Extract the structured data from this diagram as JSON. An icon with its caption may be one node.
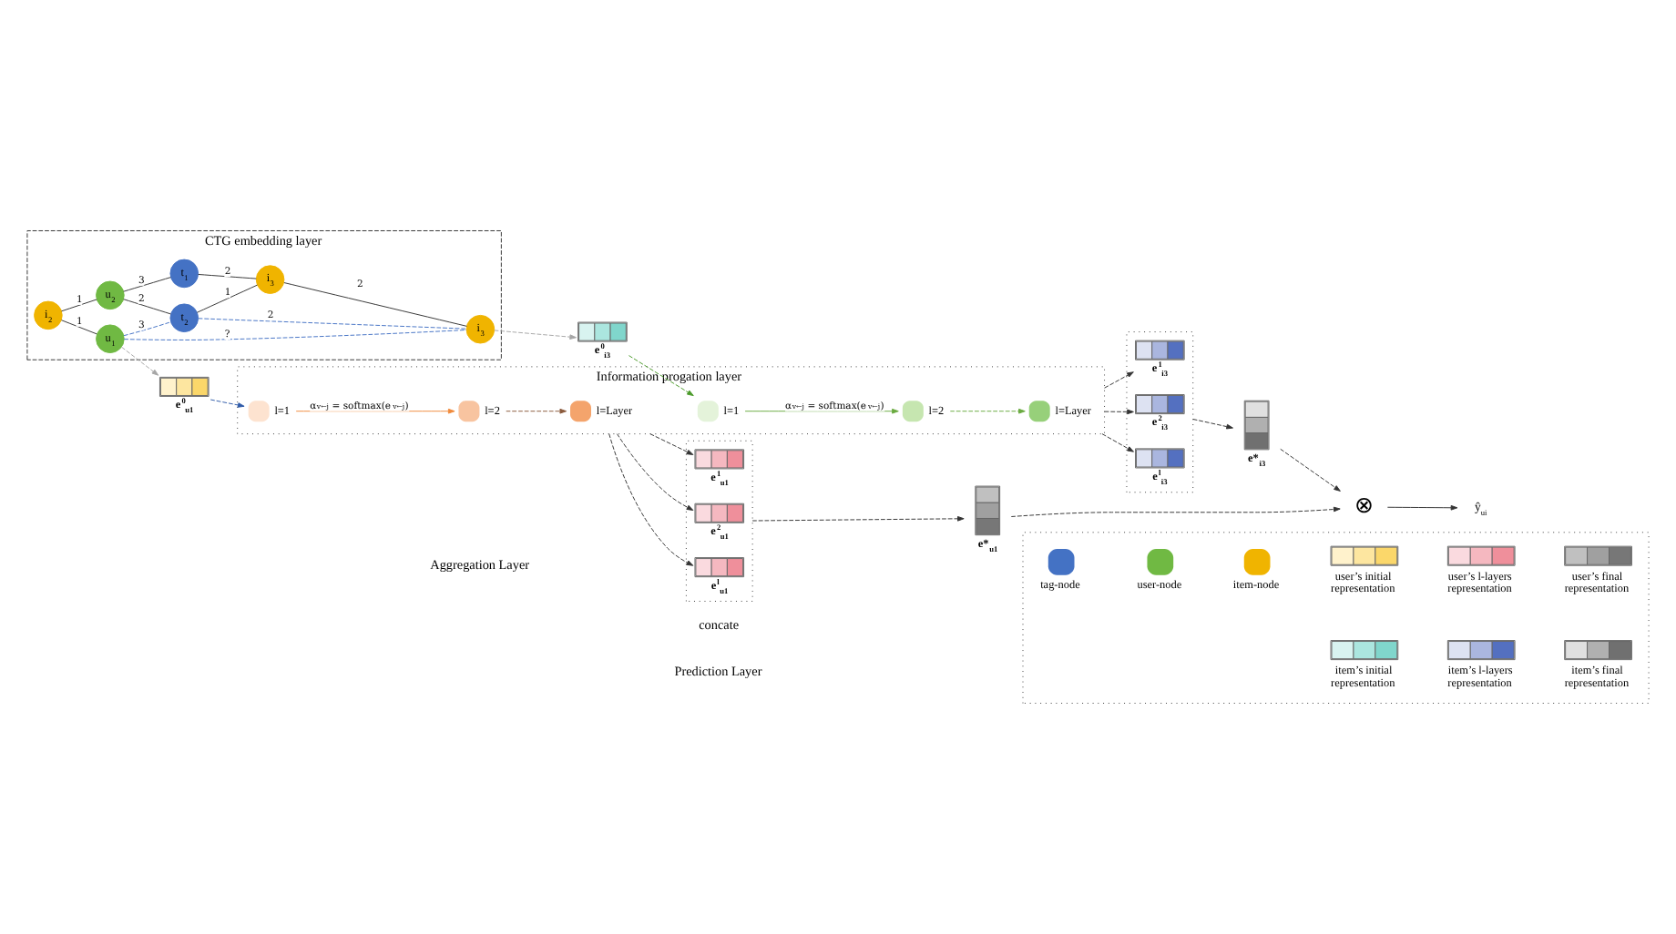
{
  "diagram": {
    "nodes": [
      {
        "text": [
          "CTG embedding layer"
        ]
      },
      {
        "text": [
          "i$_{2}$"
        ],
        "in": 0
      },
      {
        "text": [
          "u$_{1}$"
        ],
        "in": 0
      },
      {
        "text": [
          "u$_{2}$"
        ],
        "in": 0
      },
      {
        "text": [
          "t$_{2}$"
        ],
        "in": 0
      },
      {
        "text": [
          "i$_{3}$"
        ],
        "in": 0
      },
      {
        "text": [
          "t$_{1}$"
        ],
        "in": 0
      },
      {
        "text": [
          "i$_{3}$"
        ],
        "in": 0
      },
      {
        "text": [],
        "shape": "bar",
        "beside": [
          "e$^{0}$$_{u1}$"
        ]
      },
      {
        "text": [],
        "shape": "bar",
        "beside": [
          "e$^{0}$$_{i3}$"
        ]
      },
      {
        "text": [
          "Information progation layer"
        ]
      },
      {
        "text": [],
        "shape": "circle",
        "beside": [
          "l=1"
        ],
        "in": 10
      },
      {
        "text": [],
        "shape": "circle",
        "beside": [
          "l=2"
        ],
        "in": 10
      },
      {
        "text": [],
        "shape": "circle",
        "beside": [
          "l=Layer"
        ],
        "in": 10
      },
      {
        "text": [],
        "shape": "circle",
        "beside": [
          "l=1"
        ],
        "in": 10
      },
      {
        "text": [],
        "shape": "circle",
        "beside": [
          "l=2"
        ],
        "in": 10
      },
      {
        "text": [],
        "shape": "circle",
        "beside": [
          "l=Layer"
        ],
        "in": 10
      },
      {
        "text": [],
        "shape": "box"
      },
      {
        "text": [],
        "shape": "bar",
        "beside": [
          "e$^{1}$$_{u1}$"
        ],
        "in": 17
      },
      {
        "text": [],
        "shape": "bar",
        "beside": [
          "e$^{2}$$_{u1}$"
        ],
        "in": 17
      },
      {
        "text": [],
        "shape": "bar",
        "beside": [
          "e$^{l}$$_{u1}$"
        ],
        "in": 17
      },
      {
        "text": [],
        "shape": "box"
      },
      {
        "text": [],
        "shape": "bar",
        "beside": [
          "e$^{1}$$_{i3}$"
        ],
        "in": 21
      },
      {
        "text": [],
        "shape": "bar",
        "beside": [
          "e$^{2}$$_{i3}$"
        ],
        "in": 21
      },
      {
        "text": [],
        "shape": "bar",
        "beside": [
          "e$^{l}$$_{i3}$"
        ],
        "in": 21
      },
      {
        "text": [],
        "shape": "bar",
        "beside": [
          "e*$_{u1}$"
        ]
      },
      {
        "text": [],
        "shape": "bar",
        "beside": [
          "e*$_{i3}$"
        ]
      },
      {
        "text": [
          "⊗"
        ]
      },
      {
        "text": [
          "ŷ$_{ui}$"
        ]
      },
      {
        "text": [],
        "shape": "box"
      }
    ],
    "edges": [
      {
        "from": 1,
        "to": 2,
        "label": "1",
        "arrow": "none"
      },
      {
        "from": 1,
        "to": 3,
        "label": "1",
        "arrow": "none"
      },
      {
        "from": 3,
        "to": 4,
        "label": "2",
        "arrow": "none"
      },
      {
        "from": 3,
        "to": 6,
        "label": "3",
        "arrow": "none"
      },
      {
        "from": 6,
        "to": 7,
        "label": "2",
        "arrow": "none"
      },
      {
        "from": 4,
        "to": 7,
        "label": "1",
        "arrow": "none"
      },
      {
        "from": 7,
        "to": 5,
        "label": "2",
        "arrow": "none"
      },
      {
        "from": 2,
        "to": 4,
        "label": "3",
        "arrow": "none",
        "style": "dashed",
        "color": "#4472c4"
      },
      {
        "from": 4,
        "to": 5,
        "label": "2",
        "arrow": "none",
        "style": "dashed",
        "color": "#4472c4"
      },
      {
        "from": 2,
        "to": 5,
        "label": "?",
        "arrow": "none",
        "style": "dashed",
        "color": "#4472c4"
      },
      {
        "from": 2,
        "to": 8,
        "arrow": "to",
        "style": "dashed",
        "color": "#a6a6a6"
      },
      {
        "from": 5,
        "to": 9,
        "arrow": "to",
        "style": "dashed",
        "color": "#a6a6a6"
      },
      {
        "from": 8,
        "to": 11,
        "arrow": "to",
        "style": "dashed",
        "color": "#2e5aa8"
      },
      {
        "from": 9,
        "to": 14,
        "arrow": "to",
        "style": "dashed",
        "color": "#4a9a2a"
      },
      {
        "from": 11,
        "to": 12,
        "label": "α$_{v←j}$ = softmax(e$_{v←j}$)",
        "arrow": "to",
        "color": "#f08a3c"
      },
      {
        "from": 12,
        "to": 13,
        "arrow": "to",
        "style": "dashed",
        "color": "#8b5a3c"
      },
      {
        "from": 14,
        "to": 15,
        "label": "α$_{v←j}$ = softmax(e$_{v←j}$)",
        "arrow": "to",
        "color": "#6aaa40"
      },
      {
        "from": 15,
        "to": 16,
        "arrow": "to",
        "style": "dashed",
        "color": "#6aaa40"
      },
      {
        "from": 10,
        "to": 18,
        "arrow": "to",
        "style": "dashed"
      },
      {
        "from": 10,
        "to": 19,
        "arrow": "to",
        "style": "dashed"
      },
      {
        "from": 10,
        "to": 20,
        "arrow": "to",
        "style": "dashed"
      },
      {
        "from": 10,
        "to": 22,
        "arrow": "to",
        "style": "dashed"
      },
      {
        "from": 10,
        "to": 23,
        "arrow": "to",
        "style": "dashed"
      },
      {
        "from": 10,
        "to": 24,
        "arrow": "to",
        "style": "dashed"
      },
      {
        "from": 17,
        "to": 25,
        "arrow": "to",
        "style": "dashed"
      },
      {
        "from": 21,
        "to": 26,
        "arrow": "to",
        "style": "dashed"
      },
      {
        "from": 25,
        "to": 27,
        "arrow": "to",
        "style": "dashed"
      },
      {
        "from": 26,
        "to": 27,
        "arrow": "to",
        "style": "dashed"
      },
      {
        "from": 27,
        "to": 28,
        "arrow": "to"
      }
    ],
    "labels": [
      "Aggregation Layer",
      "Prediction Layer",
      "concate"
    ],
    "legend": [
      {
        "text": "tag-node",
        "color": "#4472c4"
      },
      {
        "text": "user-node",
        "color": "#70b943"
      },
      {
        "text": "item-node",
        "color": "#f0b400"
      },
      {
        "text": "user’s initial representation"
      },
      {
        "text": "user’s l-layers representation"
      },
      {
        "text": "user’s final representation"
      },
      {
        "text": "item’s initial representation"
      },
      {
        "text": "item’s l-layers representation"
      },
      {
        "text": "item’s final representation"
      }
    ]
  }
}
